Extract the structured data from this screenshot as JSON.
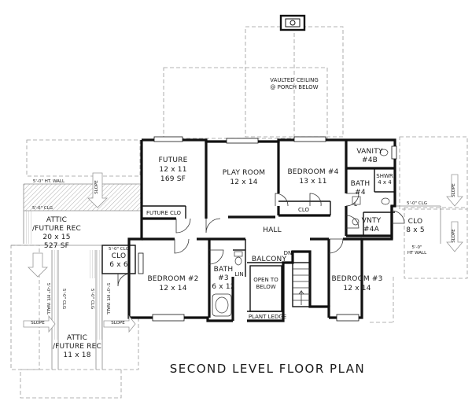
{
  "title": "SECOND LEVEL FLOOR PLAN",
  "porch_note": [
    "VAULTED CEILING",
    "@ PORCH BELOW"
  ],
  "rooms": {
    "future": [
      "FUTURE",
      "12 x 11",
      "169 SF"
    ],
    "future_clo": "FUTURE CLO",
    "play_room": [
      "PLAY ROOM",
      "12 x 14"
    ],
    "bedroom4": [
      "BEDROOM #4",
      "13 x 11"
    ],
    "bed4_clo": "CLO",
    "vanity4b": [
      "VANITY",
      "#4B"
    ],
    "bath4": [
      "BATH",
      "#4"
    ],
    "shwr": [
      "SHWR",
      "4 x 4"
    ],
    "vnty4a": [
      "VNTY",
      "#4A"
    ],
    "clo_right": [
      "CLO",
      "8 x 5"
    ],
    "hall": "HALL",
    "attic_main": [
      "ATTIC",
      "/FUTURE REC",
      "20 x 15",
      "527 SF"
    ],
    "clo_left": [
      "CLO",
      "6 x 6"
    ],
    "bedroom2": [
      "BEDROOM #2",
      "12 x 14"
    ],
    "bath3": [
      "BATH",
      "#3",
      "6 x 12"
    ],
    "lin": "LIN",
    "balcony": "BALCONY",
    "dn": "DN",
    "open_below": [
      "OPEN TO",
      "BELOW"
    ],
    "bedroom3": [
      "BEDROOM #3",
      "12 x 14"
    ],
    "plant_ledge": "PLANT LEDGE",
    "attic_lower": [
      "ATTIC",
      "/FUTURE REC",
      "11 x 18"
    ]
  },
  "notes": {
    "ht_wall_5": "5'-0\" HT. WALL",
    "clg_5": "5'-0\" CLG",
    "clg_5_right": "5'-0\" CLG",
    "clg_5_clo": "5'-0\" CLG",
    "slope": "SLOPE",
    "ht_wall_right": [
      "5'-0\"",
      "HT WALL"
    ],
    "l_mark": "L"
  }
}
